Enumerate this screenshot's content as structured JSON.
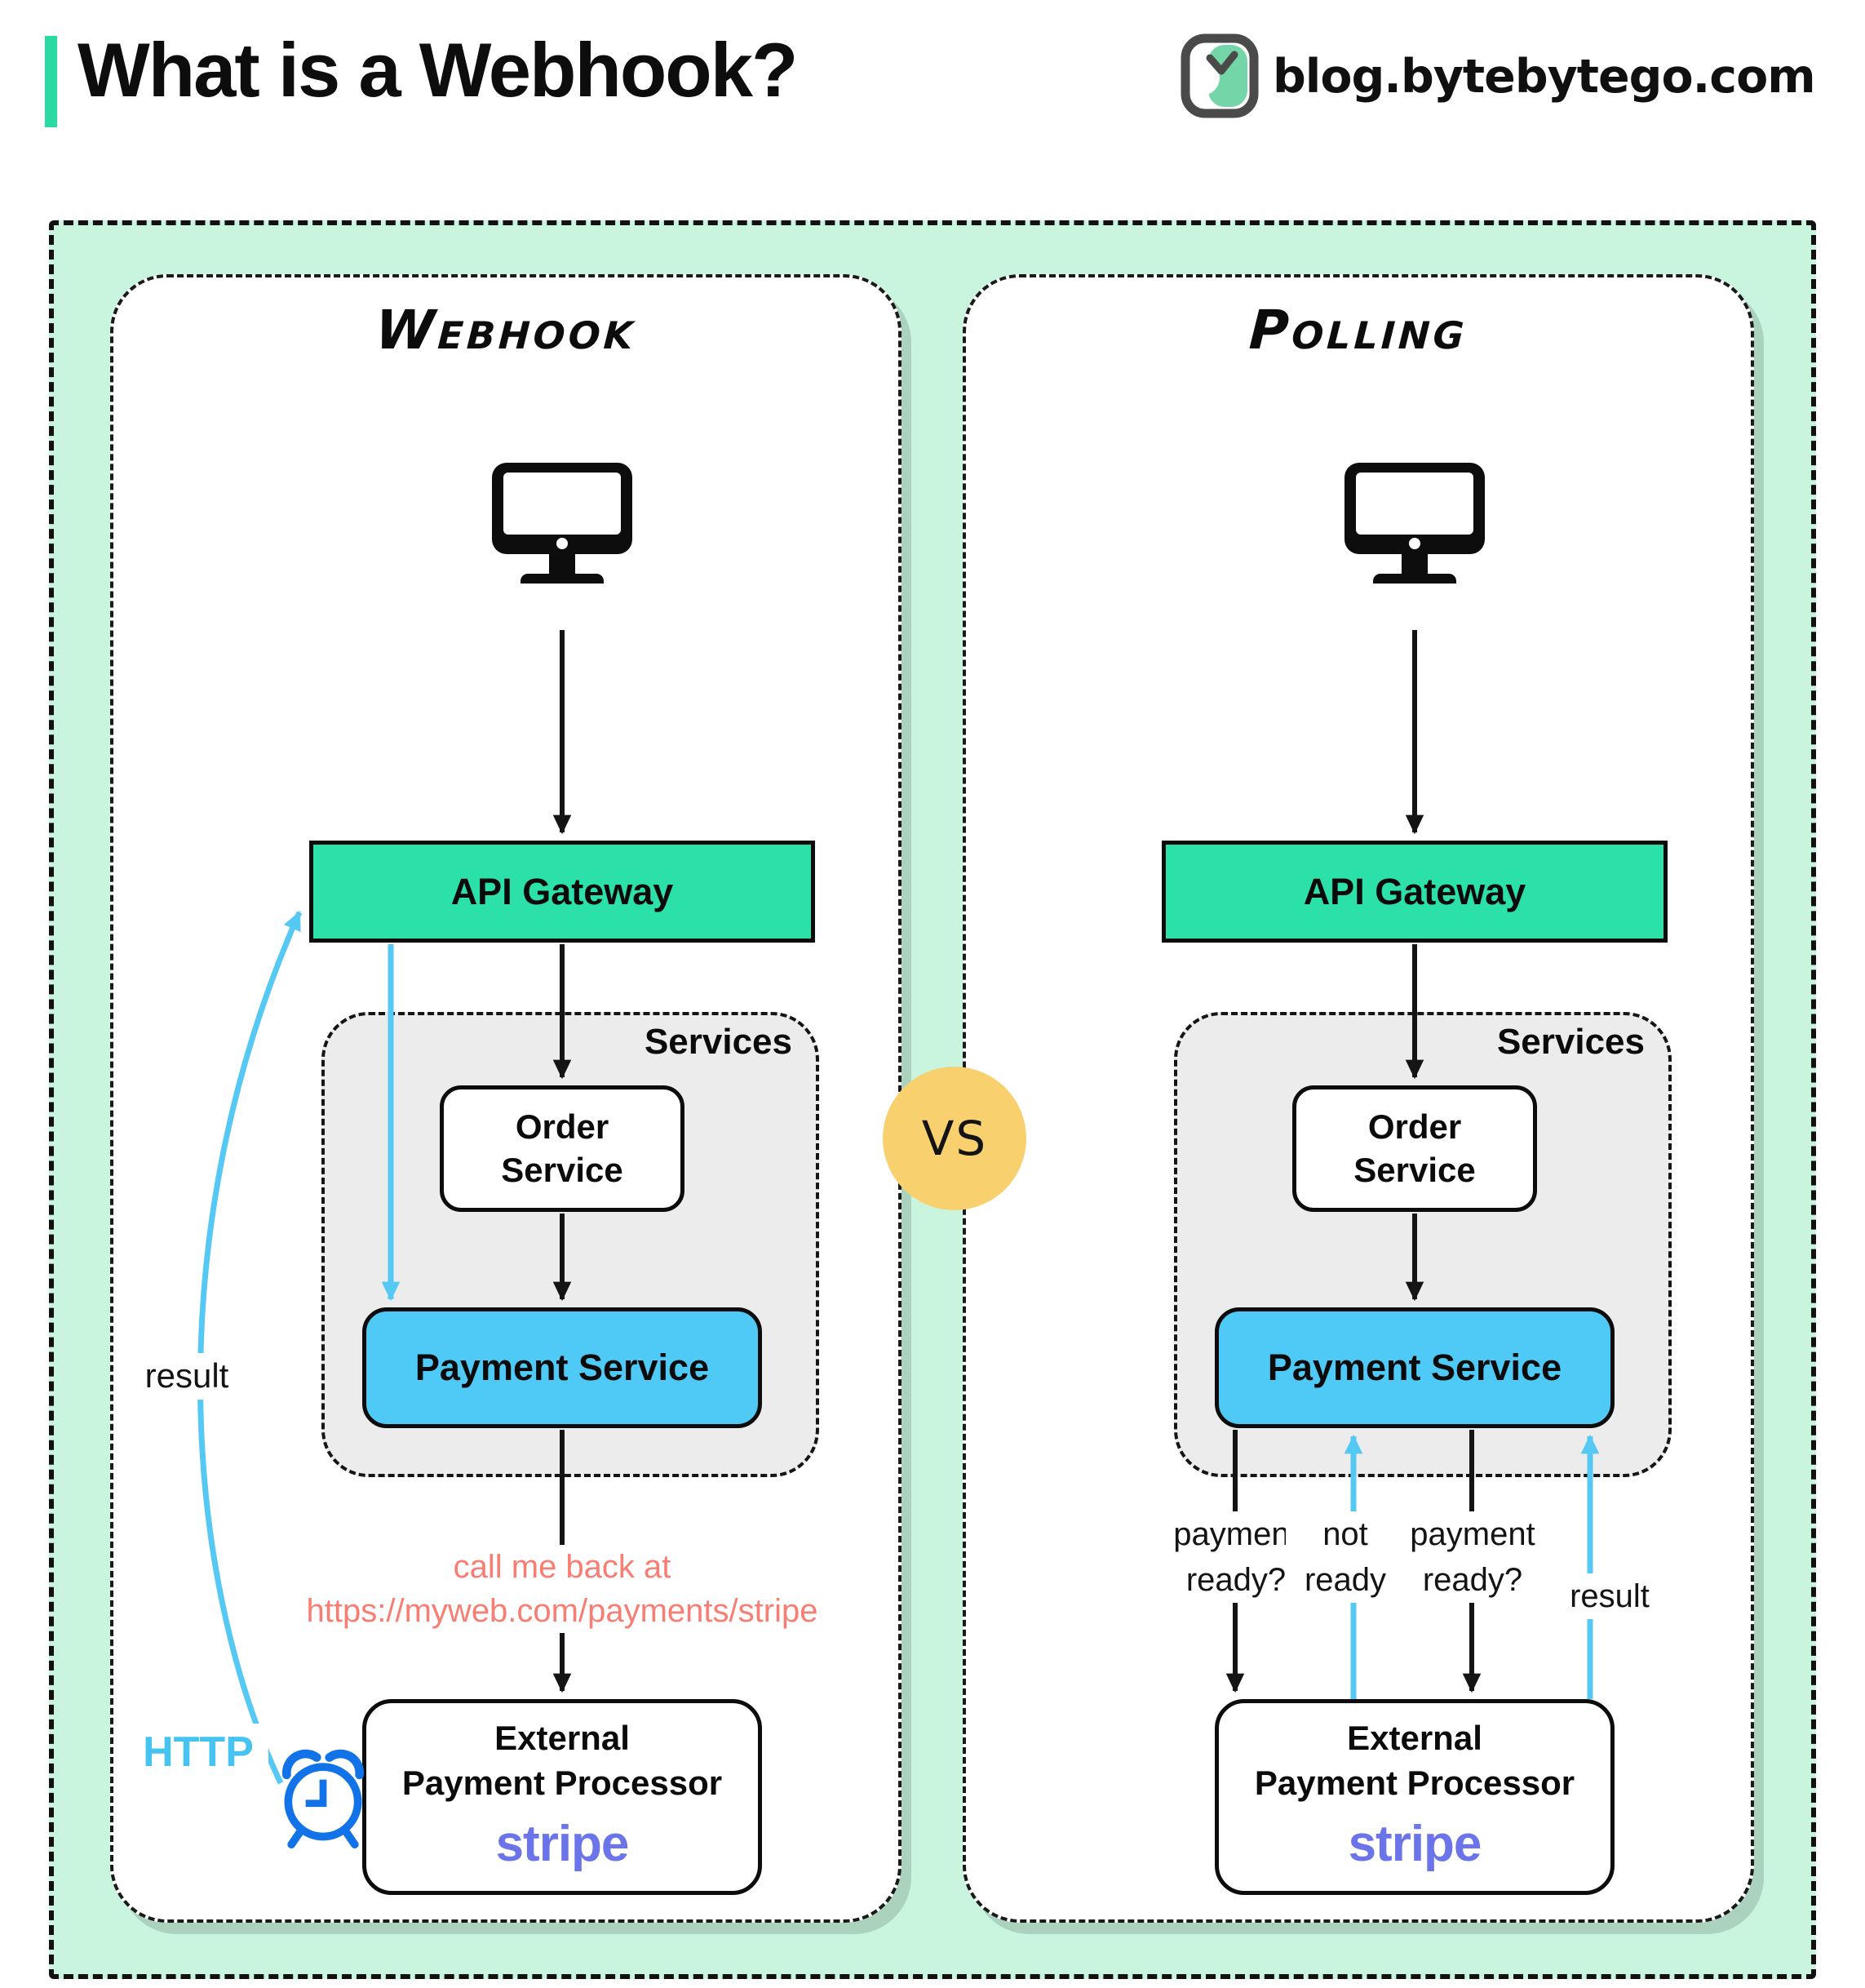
{
  "header": {
    "title": "What is a Webhook?",
    "site": "blog.bytebytego.com",
    "logo_icon": "bytebytego-logo"
  },
  "vs_badge": "VS",
  "webhook": {
    "title": "Webhook",
    "client_icon": "desktop-monitor",
    "api_gateway": "API Gateway",
    "services_label": "Services",
    "order_service": "Order Service",
    "payment_service": "Payment Service",
    "callback_line1": "call me back at",
    "callback_line2": "https://myweb.com/payments/stripe",
    "result_label": "result",
    "http_label": "HTTP",
    "timer_icon": "alarm-clock",
    "external_line1": "External",
    "external_line2": "Payment Processor",
    "stripe": "stripe"
  },
  "polling": {
    "title": "Polling",
    "client_icon": "desktop-monitor",
    "api_gateway": "API Gateway",
    "services_label": "Services",
    "order_service": "Order Service",
    "payment_service": "Payment Service",
    "query1": "payment ready?",
    "reply1": "not ready",
    "query2": "payment ready?",
    "reply2": "result",
    "external_line1": "External",
    "external_line2": "Payment Processor",
    "stripe": "stripe"
  },
  "colors": {
    "accent_teal": "#2bd9a3",
    "mint_background": "#c9f4dd",
    "gateway_green": "#2be0a9",
    "payment_blue": "#4fc9f5",
    "arrow_blue": "#55c8f3",
    "callback_salmon": "#f87d72",
    "stripe_purple": "#6b74e8",
    "vs_yellow": "#f9d06e",
    "clock_blue": "#1273e8",
    "services_gray": "#ececec"
  }
}
